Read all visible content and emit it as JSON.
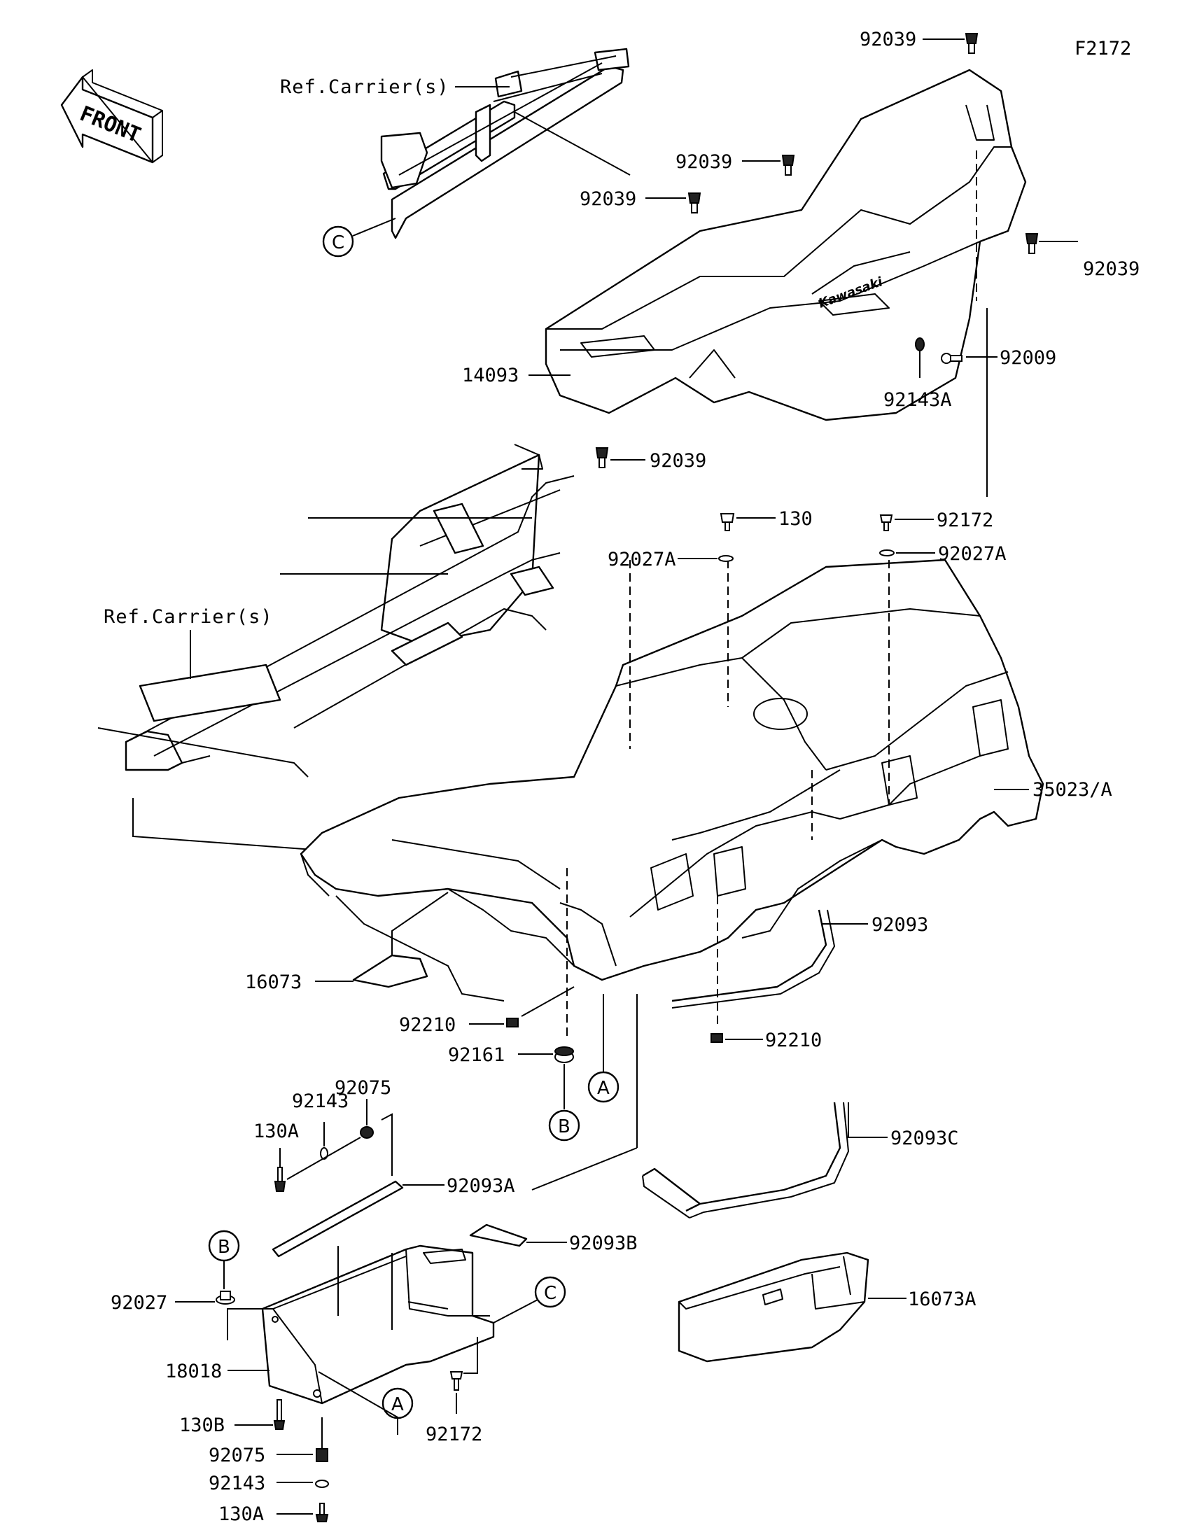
{
  "figure_code": "F2172",
  "front_arrow": "FRONT",
  "brand_mark": "Kawasaki",
  "callouts": {
    "a": "A",
    "b": "B",
    "c": "C"
  },
  "labels": {
    "ref_carrier_top": "Ref.Carrier(s)",
    "ref_carrier_mid": "Ref.Carrier(s)",
    "p92039_top": "92039",
    "p92039_mid": "92039",
    "p92039_left": "92039",
    "p92039_right": "92039",
    "p92039_bottom": "92039",
    "p14093": "14093",
    "p92009": "92009",
    "p92143A_top": "92143A",
    "p130_top": "130",
    "p92172_top": "92172",
    "p92027A_left": "92027A",
    "p92027A_right": "92027A",
    "p35023A": "35023/A",
    "p92093": "92093",
    "p16073": "16073",
    "p92210_left": "92210",
    "p92210_right": "92210",
    "p92161": "92161",
    "p92075_top": "92075",
    "p92143_top": "92143",
    "p130A_top": "130A",
    "p92093A": "92093A",
    "p92093B": "92093B",
    "p92093C": "92093C",
    "p16073A": "16073A",
    "p92027": "92027",
    "p18018": "18018",
    "p130B": "130B",
    "p92075_bottom": "92075",
    "p92143_bottom": "92143",
    "p130A_bottom": "130A",
    "p92172_bottom": "92172"
  }
}
